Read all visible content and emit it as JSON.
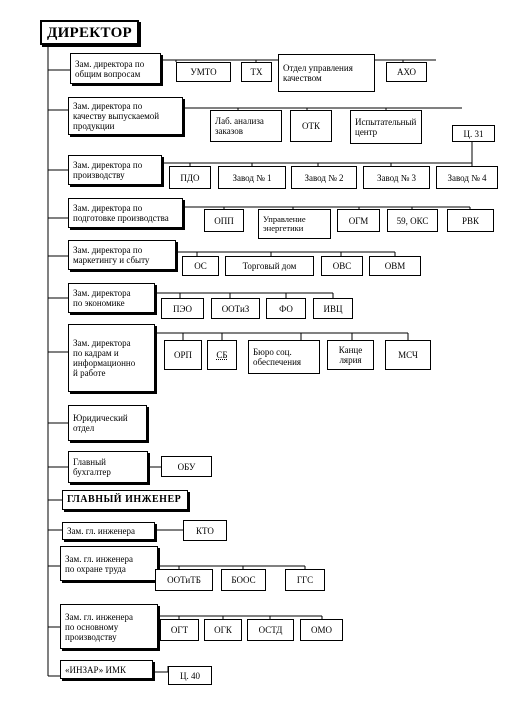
{
  "director": "ДИРЕКТОР",
  "chief_engineer": "ГЛАВНЫЙ ИНЖЕНЕР",
  "rows": [
    {
      "deputy": "Зам. директора по\nобщим вопросам",
      "units": [
        "УМТО",
        "ТХ",
        "Отдел управления\nкачеством",
        "АХО"
      ]
    },
    {
      "deputy": "Зам. директора по\nкачеству выпускаемой\nпродукции",
      "units": [
        "Лаб. анализа\nзаказов",
        "ОТК",
        "Испытательный\nцентр"
      ]
    },
    {
      "deputy": "Зам. директора по\nпроизводству",
      "extra": "Ц. 31",
      "units": [
        "ПДО",
        "Завод № 1",
        "Завод № 2",
        "Завод № 3",
        "Завод № 4"
      ]
    },
    {
      "deputy": "Зам. директора по\nподготовке производства",
      "units": [
        "ОПП",
        "Управление\nэнергетики",
        "ОГМ",
        "59, ОКС",
        "РВК"
      ]
    },
    {
      "deputy": "Зам. директора по\nмаркетингу и сбыту",
      "units": [
        "ОС",
        "Торговый дом",
        "ОВС",
        "ОВМ"
      ]
    },
    {
      "deputy": "Зам. директора\nпо экономике",
      "units": [
        "ПЭО",
        "ООТиЗ",
        "ФО",
        "ИВЦ"
      ]
    },
    {
      "deputy": "Зам. директора\nпо кадрам и\nинформационно\nй работе",
      "units": [
        "ОРП",
        "СБ",
        "Бюро соц.\nобеспечения",
        "Канце\nлярия",
        "МСЧ"
      ]
    },
    {
      "deputy": "Юридический\nотдел",
      "units": []
    },
    {
      "deputy": "Главный\nбухгалтер",
      "units": [
        "ОБУ"
      ]
    }
  ],
  "engineer_rows": [
    {
      "deputy": "Зам. гл. инженера",
      "units": [
        "КТО"
      ]
    },
    {
      "deputy": "Зам. гл. инженера\nпо охране труда",
      "units": [
        "ООТиТБ",
        "БООС",
        "ГГС"
      ]
    },
    {
      "deputy": "Зам. гл. инженера\nпо основному\nпроизводству",
      "units": [
        "ОГТ",
        "ОГК",
        "ОСТД",
        "ОМО"
      ]
    },
    {
      "deputy": "«ИНЗАР» ИМК",
      "units": [
        "Ц. 40"
      ]
    }
  ]
}
